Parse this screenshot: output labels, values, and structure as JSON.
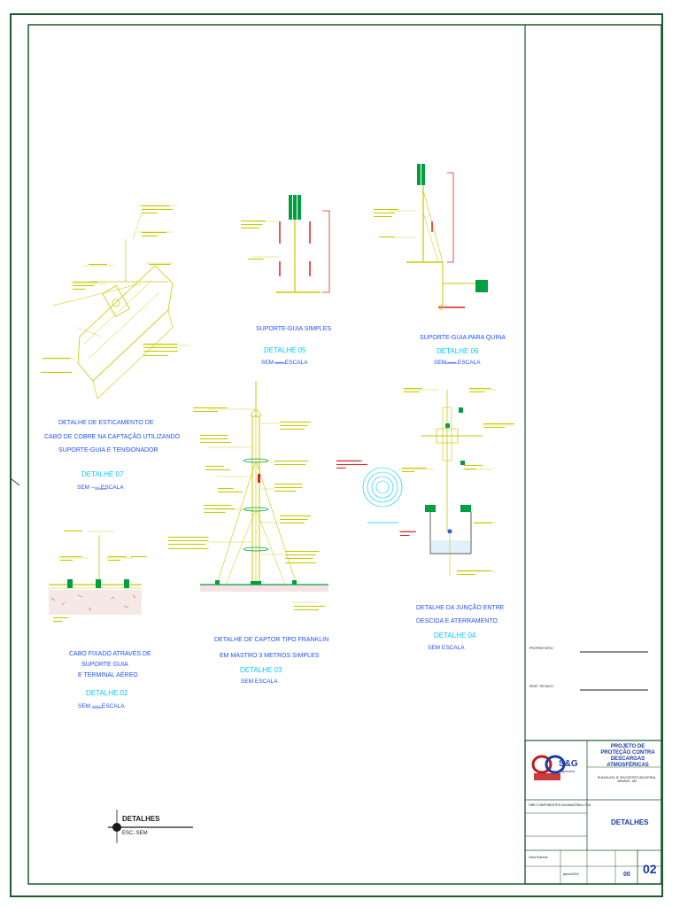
{
  "details": [
    {
      "title_lines": [
        "DETALHE DE ESTICAMENTO DE",
        "CABO DE COBRE NA CAPTAÇÃO UTILIZANDO",
        "SUPORTE-GUIA E TENSIONADOR"
      ],
      "id": "DETALHE 07",
      "scale": "SEM ── ESCALA"
    },
    {
      "title_lines": [
        "SUPORTE-GUIA SIMPLES"
      ],
      "id": "DETALHE 05",
      "scale": "SEM ── ESCALA"
    },
    {
      "title_lines": [
        "SUPORTE-GUIA PARA QUINA"
      ],
      "id": "DETALHE 06",
      "scale": "SEM ── ESCALA"
    },
    {
      "title_lines": [
        "CABO FIXADO ATRAVÉS DE",
        "SUPORTE GUIA",
        "E TERMINAL AÉREO"
      ],
      "id": "DETALHE 02",
      "scale": "SEM ── ESCALA"
    },
    {
      "title_lines": [
        "DETALHE DE CAPTOR TIPO FRANKLIN",
        "EM MASTRO 3 METROS SIMPLES"
      ],
      "id": "DETALHE 03",
      "scale": "SEM ESCALA"
    },
    {
      "title_lines": [
        "DETALHE DA JUNÇÃO ENTRE",
        "DESCIDA E ATERRAMENTO"
      ],
      "id": "DETALHE 04",
      "scale": "SEM ESCALA"
    }
  ],
  "key": {
    "title": "DETALHES",
    "scale": "ESC.:SEM"
  },
  "signatures": {
    "owner": "PROPRIETÁRIO:",
    "tech": "RESP. TÉCNICO:"
  },
  "title_block": {
    "company": "S&G",
    "company_sub": "Engenharia",
    "project": "PROJETO DE PROTEÇÃO CONTRA DESCARGAS ATMOSFÉRICAS",
    "client": "OBR COMPONENTES DA AMAZÔNIA LTDA",
    "address": "RUA BALATA, Nº 300 DISTRITO INDUSTRIAL MANAUS - AM",
    "sheet_title": "DETALHES",
    "responsible": "Cleia Roberta",
    "revision": "00",
    "sheet_number": "02",
    "date": "janeiro/2019"
  },
  "colors": {
    "frame": "#1f5a2e",
    "cable": "#c8c800",
    "label": "#2050ff",
    "detail_id": "#00c8ff",
    "red": "#e02020"
  }
}
